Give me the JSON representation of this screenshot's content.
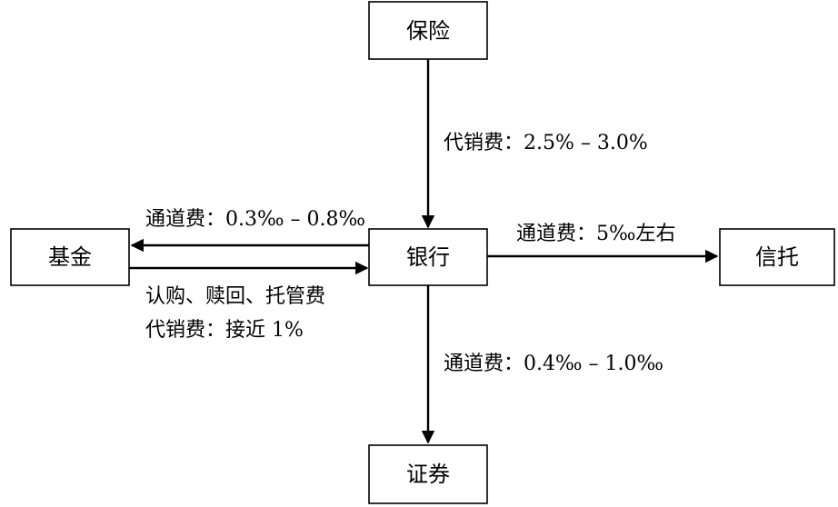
{
  "nodes": {
    "insurance": "保险",
    "bank": "银行",
    "fund": "基金",
    "trust": "信托",
    "securities": "证券"
  },
  "edges": {
    "insurance_to_bank": {
      "label": "代销费：2.5% – 3.0%"
    },
    "bank_to_fund": {
      "label": "通道费：0.3‰ – 0.8‰"
    },
    "fund_to_bank": {
      "label_line1": "认购、赎回、托管费",
      "label_line2": "代销费：接近 1%"
    },
    "bank_to_trust": {
      "label": "通道费：5‰左右"
    },
    "bank_to_securities": {
      "label": "通道费：0.4‰ – 1.0‰"
    }
  }
}
